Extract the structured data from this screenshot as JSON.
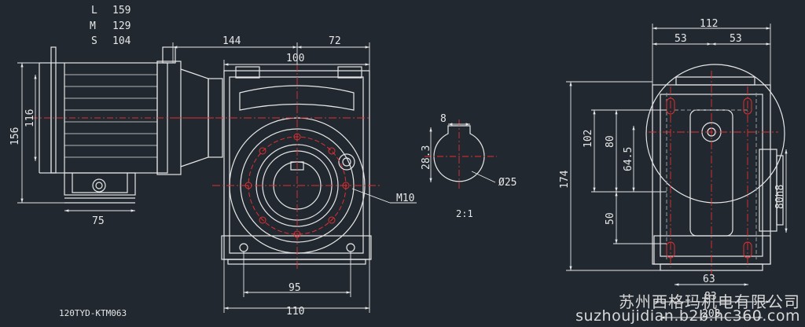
{
  "legend": {
    "L_key": "L",
    "L_val": "159",
    "M_key": "M",
    "M_val": "129",
    "S_key": "S",
    "S_val": "104"
  },
  "model": "120TYD-KTM063",
  "scale": "2:1",
  "thread": "M10",
  "shaft_diameter": "Ø25",
  "fit": "80h8",
  "dims": {
    "d144": "144",
    "d72": "72",
    "d100": "100",
    "d156": "156",
    "d116": "116",
    "d75": "75",
    "d95": "95",
    "d110": "110",
    "d8": "8",
    "d28_3": "28.3",
    "d112": "112",
    "d53a": "53",
    "d53b": "53",
    "d102": "102",
    "d80": "80",
    "d64_5": "64.5",
    "d174": "174",
    "d50": "50",
    "d63": "63",
    "d83": "83",
    "d203": "203"
  },
  "watermark": {
    "company": "苏州西格玛机电有限公司",
    "url": "suzhoujidian.b2b.hc360.com"
  },
  "colors": {
    "background": "#212830",
    "line": "#e6e6e6",
    "center_line": "#e03030",
    "hidden": "#9a9a9a"
  }
}
